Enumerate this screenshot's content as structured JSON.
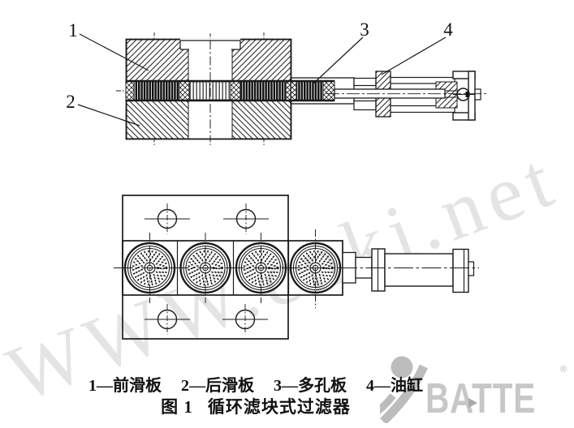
{
  "colors": {
    "ink": "#1a1a1a",
    "watermark_gray": "#cfcfcf",
    "logo_gray": "#c7c7c7"
  },
  "figure": {
    "callouts": [
      "1",
      "2",
      "3",
      "4"
    ],
    "legend": {
      "items": [
        "1—前滑板",
        "2—后滑板",
        "3—多孔板",
        "4—油缸"
      ]
    },
    "caption": {
      "label": "图 1",
      "title": "循环滤块式过滤器"
    }
  },
  "watermark": {
    "text": "WWW.cnki.net"
  },
  "logo": {
    "brand": "BATTE",
    "registered": "®"
  }
}
